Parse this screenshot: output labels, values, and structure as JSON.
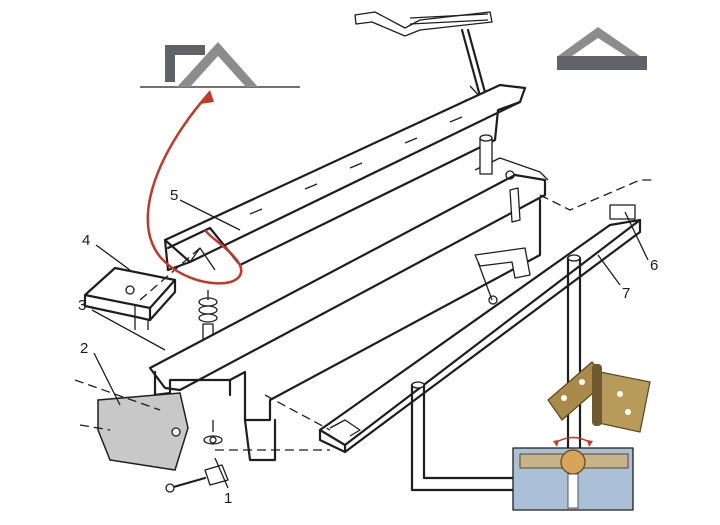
{
  "diagram": {
    "part_labels": [
      "1",
      "2",
      "3",
      "4",
      "5",
      "6",
      "7"
    ]
  },
  "colors": {
    "ink": "#1e1e1e",
    "section_gray": "#8c8c8c",
    "section_dark": "#5f6368",
    "bend_arrow": "#c0392b",
    "hinge_brass": "#a88a4a",
    "inset_blue": "#a9c0d6"
  },
  "icons": {
    "left_profile": "angle-section-icon",
    "right_profile": "triangle-section-icon",
    "torch": "welding-torch-icon",
    "hinge": "door-hinge-icon",
    "hinge_section": "hinge-cross-section-icon"
  }
}
